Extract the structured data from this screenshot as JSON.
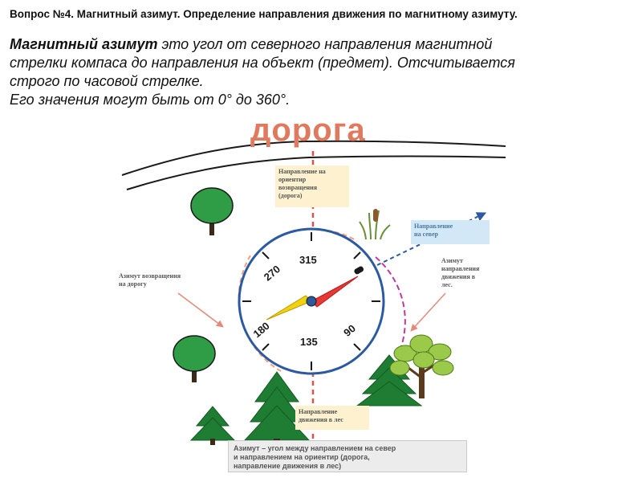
{
  "title": "Вопрос №4. Магнитный азимут. Определение направления движения по магнитному азимуту.",
  "definition": {
    "term": "Магнитный азимут",
    "line1_rest": " это угол от северного направления магнитной",
    "line2": "стрелки компаса до направления на объект (предмет). Отсчитывается",
    "line3": "строго по часовой стрелке.",
    "line4": "Его значения могут быть от 0° до 360°."
  },
  "diagram": {
    "road_label": "дорога",
    "note_return_direction": [
      "Направление на",
      "ориентир",
      "возвращения",
      "(дорога)"
    ],
    "note_north": [
      "Направление",
      "на север"
    ],
    "note_return_azimuth": [
      "Азимут возвращения",
      "на дорогу"
    ],
    "note_forest_azimuth": [
      "Азимут",
      "направления",
      "движения в",
      "лес."
    ],
    "note_forest_direction": [
      "Направление",
      "движения в лес"
    ],
    "bottom_box": [
      "Азимут – угол между направлением на север",
      "и направлением на ориентир (дорога,",
      "направление движения в лес)"
    ],
    "compass_labels": {
      "n315": "315",
      "n270": "270",
      "n90": "90",
      "n180": "180",
      "n135": "135"
    },
    "colors": {
      "road_text": "#e07a5f",
      "dashed_vertical": "#d9534f",
      "dashed_north": "#2c5aa0",
      "compass_ring": "#2c5aa0",
      "needle_north": "#e53935",
      "needle_south": "#f2d20e",
      "tree_green": "#1e7d32"
    }
  }
}
